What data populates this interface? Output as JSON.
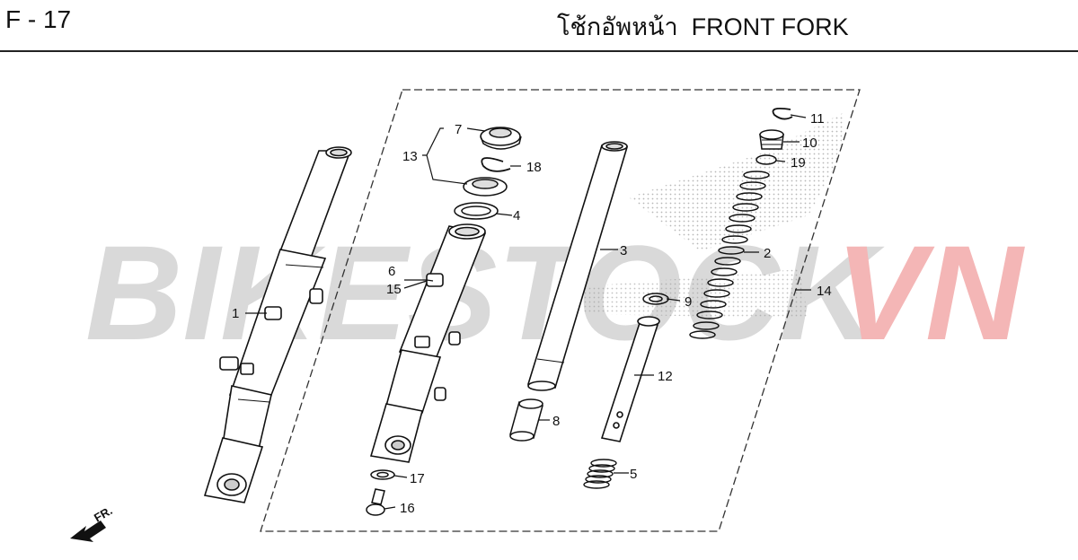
{
  "header": {
    "code": "F - 17",
    "title": "โช้กอัพหน้า  FRONT FORK"
  },
  "watermark": {
    "text_main": "BIKESTOCK",
    "text_accent": "VN",
    "color_main": "#d9d9d9",
    "color_accent": "#f4b6b6"
  },
  "direction": {
    "label": "FR."
  },
  "callouts": [
    {
      "num": "1"
    },
    {
      "num": "2"
    },
    {
      "num": "3"
    },
    {
      "num": "4"
    },
    {
      "num": "5"
    },
    {
      "num": "6"
    },
    {
      "num": "7"
    },
    {
      "num": "8"
    },
    {
      "num": "9"
    },
    {
      "num": "10"
    },
    {
      "num": "11"
    },
    {
      "num": "12"
    },
    {
      "num": "13"
    },
    {
      "num": "14"
    },
    {
      "num": "15"
    },
    {
      "num": "16"
    },
    {
      "num": "17"
    },
    {
      "num": "18"
    },
    {
      "num": "19"
    }
  ]
}
